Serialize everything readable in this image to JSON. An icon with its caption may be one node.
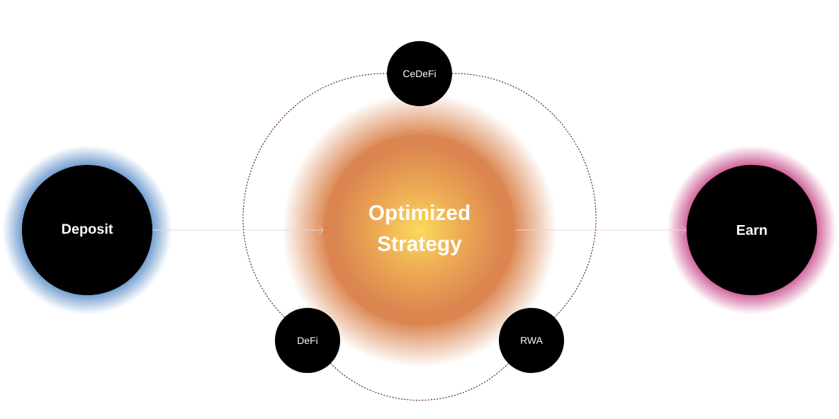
{
  "diagram": {
    "nodes": [
      {
        "text": [
          "Deposit"
        ]
      },
      {
        "text": [
          "Optimized Strategy"
        ]
      },
      {
        "text": [
          "CeDeFi"
        ]
      },
      {
        "text": [
          "DeFi"
        ]
      },
      {
        "text": [
          "RWA"
        ]
      },
      {
        "text": [
          "Earn"
        ]
      }
    ],
    "edges": [
      {
        "from": 0,
        "to": 1,
        "arrow": "to",
        "color": "#d6dde8"
      },
      {
        "from": 1,
        "to": 5,
        "arrow": "to",
        "color": "#ecd0df"
      },
      {
        "from": 2,
        "to": 3,
        "arrow": "none",
        "style": "dashed"
      },
      {
        "from": 3,
        "to": 4,
        "arrow": "none",
        "style": "dashed"
      },
      {
        "from": 4,
        "to": 2,
        "arrow": "none",
        "style": "dashed"
      }
    ]
  }
}
